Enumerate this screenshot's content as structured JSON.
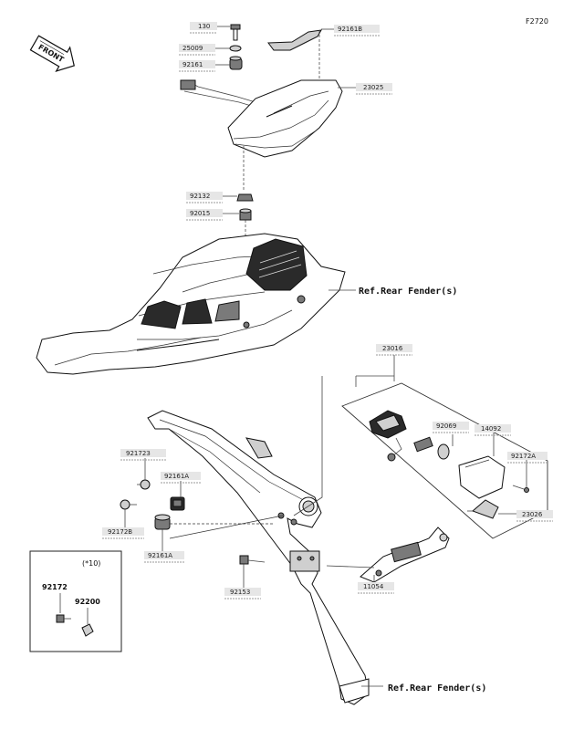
{
  "figure_code": "F2720",
  "front_label": "FRONT",
  "labels": {
    "p130": "130",
    "p25009": "25009",
    "p92161": "92161",
    "p92161B": "92161B",
    "p23025": "23025",
    "p92132": "92132",
    "p92015": "92015",
    "p23016": "23016",
    "p92069": "92069",
    "p14092": "14092",
    "p92172A": "92172A",
    "p23026": "23026",
    "p92172_3": "92172З",
    "p92161A_top": "92161A",
    "p92172B": "92172B",
    "p92161A_bot": "92161A",
    "p92153": "92153",
    "p11054": "11054"
  },
  "refs": {
    "rear_fender_upper": "Ref.Rear Fender(s)",
    "rear_fender_lower": "Ref.Rear Fender(s)"
  },
  "inset": {
    "title": "(*10)",
    "part_a": "92172",
    "part_b": "92200"
  }
}
